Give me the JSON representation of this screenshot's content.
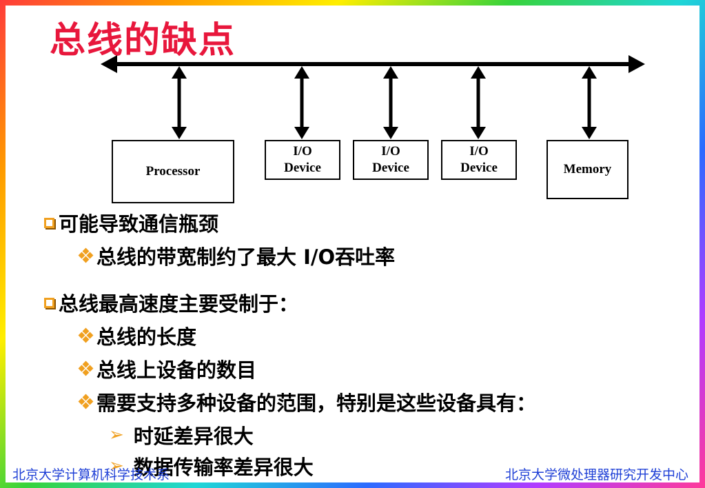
{
  "title": "总线的缺点",
  "diagram": {
    "processor": "Processor",
    "io_line1": "I/O",
    "io_line2": "Device",
    "memory": "Memory"
  },
  "bullets": {
    "b1": "可能导致通信瓶颈",
    "b1_sub1": "总线的带宽制约了最大 I/O吞吐率",
    "b2": "总线最高速度主要受制于：",
    "b2_sub1": "总线的长度",
    "b2_sub2": "总线上设备的数目",
    "b2_sub3": "需要支持多种设备的范围，特别是这些设备具有：",
    "b2_sub3_a": "时延差异很大",
    "b2_sub3_b": "数据传输率差异很大"
  },
  "footer": {
    "left": "北京大学计算机科学技术系",
    "right": "北京大学微处理器研究开发中心"
  },
  "colors": {
    "title": "#e8173c",
    "bullet": "#f0a020",
    "footer": "#1e3fd6"
  }
}
